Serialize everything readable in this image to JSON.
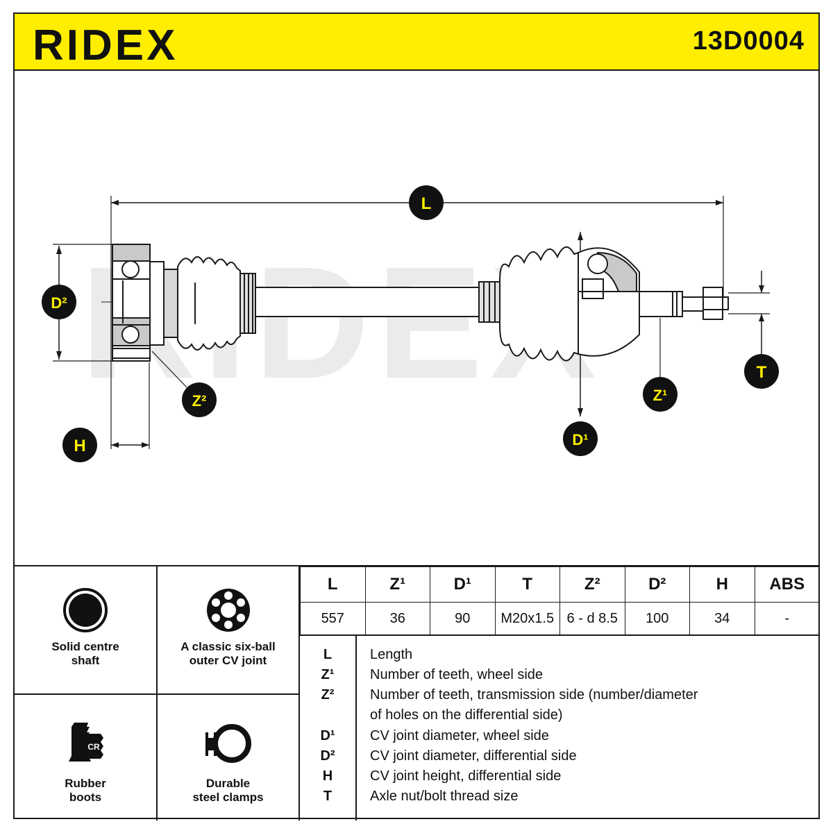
{
  "header": {
    "brand": "RIDEX",
    "part_number": "13D0004",
    "accent_color": "#ffee00"
  },
  "diagram": {
    "watermark": "RIDEX",
    "labels": {
      "L": "L",
      "D2": "D²",
      "Z2": "Z²",
      "H": "H",
      "D1": "D¹",
      "Z1": "Z¹",
      "T": "T"
    }
  },
  "features": [
    {
      "icon": "solid-shaft-icon",
      "label_line1": "Solid centre",
      "label_line2": "shaft"
    },
    {
      "icon": "six-ball-joint-icon",
      "label_line1": "A classic six-ball",
      "label_line2": "outer CV joint"
    },
    {
      "icon": "rubber-boot-icon",
      "label_line1": "Rubber",
      "label_line2": "boots",
      "badge": "CR"
    },
    {
      "icon": "steel-clamp-icon",
      "label_line1": "Durable",
      "label_line2": "steel clamps"
    }
  ],
  "spec_table": {
    "headers": [
      "L",
      "Z¹",
      "D¹",
      "T",
      "Z²",
      "D²",
      "H",
      "ABS"
    ],
    "values": [
      "557",
      "36",
      "90",
      "M20x1.5",
      "6 - d 8.5",
      "100",
      "34",
      "-"
    ]
  },
  "legend": [
    {
      "key": "L",
      "desc": "Length"
    },
    {
      "key": "Z¹",
      "desc": "Number of teeth, wheel side"
    },
    {
      "key": "Z²",
      "desc": "Number of teeth, transmission side (number/diameter"
    },
    {
      "key": "",
      "desc": "of holes on the differential side)"
    },
    {
      "key": "D¹",
      "desc": "CV joint diameter, wheel side"
    },
    {
      "key": "D²",
      "desc": "CV joint diameter, differential side"
    },
    {
      "key": "H",
      "desc": "CV joint height, differential side"
    },
    {
      "key": "T",
      "desc": "Axle nut/bolt thread size"
    }
  ]
}
